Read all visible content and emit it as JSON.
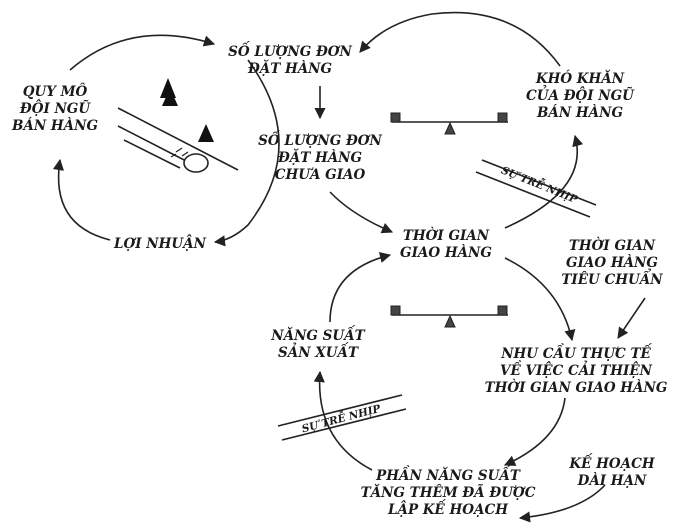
{
  "nodes": {
    "so_luong_don": [
      "SỐ LƯỢNG ĐƠN",
      "ĐẶT HÀNG"
    ],
    "quy_mo": [
      "QUY MÔ",
      "ĐỘI NGŨ",
      "BÁN HÀNG"
    ],
    "loi_nhuan": [
      "LỢI NHUẬN"
    ],
    "kho_khan": [
      "KHÓ KHĂN",
      "CỦA ĐỘI NGŨ",
      "BÁN HÀNG"
    ],
    "chua_giao": [
      "SỐ LƯỢNG ĐƠN",
      "ĐẶT HÀNG",
      "CHƯA GIAO"
    ],
    "thoi_gian": [
      "THỜI GIAN",
      "GIAO HÀNG"
    ],
    "tieu_chuan": [
      "THỜI GIAN",
      "GIAO HÀNG",
      "TIÊU CHUẨN"
    ],
    "nang_suat": [
      "NĂNG SUẤT",
      "SẢN XUẤT"
    ],
    "nhu_cau": [
      "NHU CẦU THỰC TẾ",
      "VỀ VIỆC CẢI THIỆN",
      "THỜI GIAN GIAO HÀNG"
    ],
    "phan_nang_suat": [
      "PHẦN NĂNG SUẤT",
      "TĂNG THÊM ĐÃ ĐƯỢC",
      "LẬP KẾ HOẠCH"
    ],
    "ke_hoach": [
      "KẾ HOẠCH",
      "DÀI HẠN"
    ]
  },
  "delays": {
    "upper": "SỰ TRỄ NHỊP",
    "lower": "SỰ TRỄ NHỊP"
  },
  "icons": {
    "upper_balance": "balance-scale-icon",
    "lower_balance": "balance-scale-icon",
    "snowball": "snowball-hill-icon"
  }
}
